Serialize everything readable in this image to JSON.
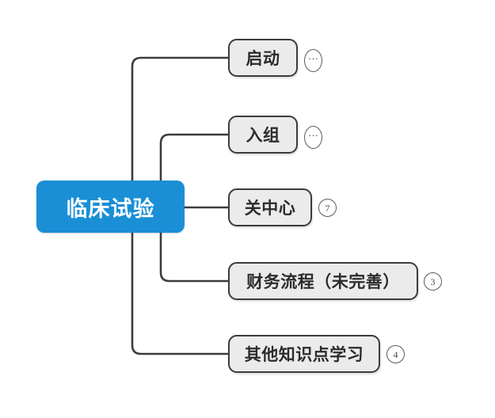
{
  "diagram": {
    "type": "mind-map",
    "title": "临床试验",
    "background_color": "#ffffff",
    "root": {
      "label": "临床试验",
      "fill_color": "#1a8fd6",
      "text_color": "#ffffff"
    },
    "node_style": {
      "fill_color": "#ebebeb",
      "border_color": "#3c3c3c",
      "text_color": "#2b2b2b"
    },
    "connector_color": "#3c3c3c",
    "branches": [
      {
        "label": "启动",
        "badge": "···",
        "badge_type": "ellipsis",
        "collapsed": "true"
      },
      {
        "label": "入组",
        "badge": "···",
        "badge_type": "ellipsis",
        "collapsed": "true"
      },
      {
        "label": "关中心",
        "badge": "7",
        "badge_type": "count",
        "collapsed": "true"
      },
      {
        "label": "财务流程（未完善）",
        "badge": "3",
        "badge_type": "count",
        "collapsed": "true"
      },
      {
        "label": "其他知识点学习",
        "badge": "4",
        "badge_type": "count",
        "collapsed": "true"
      }
    ]
  }
}
